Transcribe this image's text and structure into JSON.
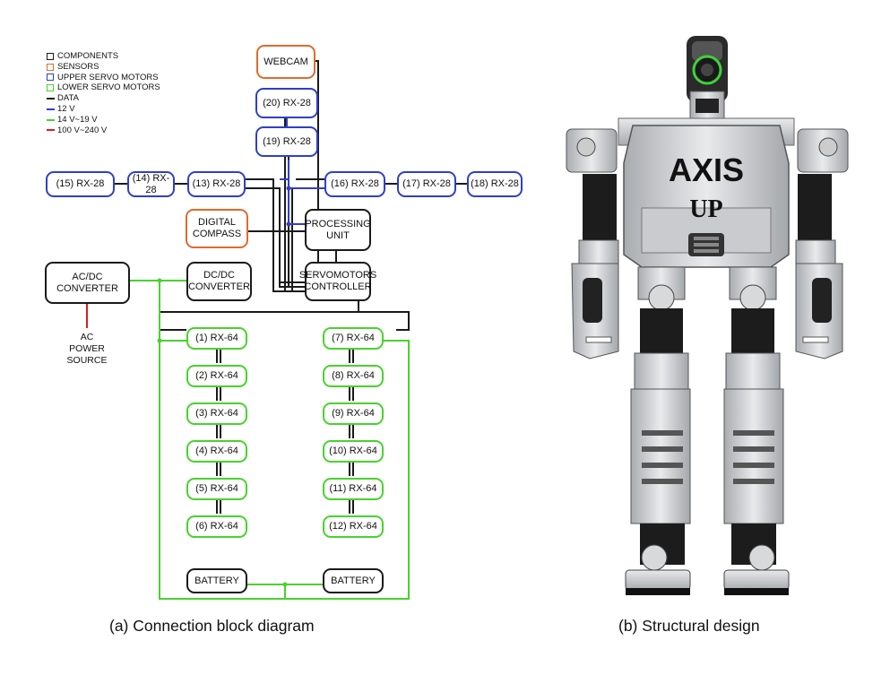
{
  "legend": [
    {
      "kind": "box",
      "color": "#1a1a1a",
      "label": "COMPONENTS"
    },
    {
      "kind": "box",
      "color": "#e06a2c",
      "label": "SENSORS"
    },
    {
      "kind": "box",
      "color": "#2f3fc8",
      "label": "UPPER SERVO MOTORS"
    },
    {
      "kind": "box",
      "color": "#49d22e",
      "label": "LOWER SERVO MOTORS"
    },
    {
      "kind": "line",
      "color": "#1a1a1a",
      "label": "DATA"
    },
    {
      "kind": "line",
      "color": "#2f3fc8",
      "label": "12 V"
    },
    {
      "kind": "line",
      "color": "#49d22e",
      "label": "14 V~19 V"
    },
    {
      "kind": "line",
      "color": "#d42020",
      "label": "100 V~240 V"
    }
  ],
  "blocks": {
    "webcam": "WEBCAM",
    "rx20": "(20) RX-28",
    "rx19": "(19) RX-28",
    "rx15": "(15) RX-28",
    "rx14": "(14) RX-28",
    "rx13": "(13) RX-28",
    "rx16": "(16) RX-28",
    "rx17": "(17) RX-28",
    "rx18": "(18) RX-28",
    "compass": "DIGITAL\nCOMPASS",
    "processing": "PROCESSING\nUNIT",
    "acdc": "AC/DC\nCONVERTER",
    "dcdc": "DC/DC\nCONVERTER",
    "servoctrl": "SERVOMOTORS\nCONTROLLER",
    "rx1": "(1) RX-64",
    "rx2": "(2) RX-64",
    "rx3": "(3) RX-64",
    "rx4": "(4) RX-64",
    "rx5": "(5) RX-64",
    "rx6": "(6) RX-64",
    "rx7": "(7) RX-64",
    "rx8": "(8) RX-64",
    "rx9": "(9) RX-64",
    "rx10": "(10) RX-64",
    "rx11": "(11) RX-64",
    "rx12": "(12) RX-64",
    "battery_left": "BATTERY",
    "battery_right": "BATTERY"
  },
  "power_source": "AC\nPOWER\nSOURCE",
  "robot_logo": {
    "line1": "AXIS",
    "line2": "UP"
  },
  "captions": {
    "left": "(a) Connection block diagram",
    "right": "(b) Structural design"
  },
  "colors": {
    "data": "#1a1a1a",
    "v12": "#2f3fc8",
    "v14": "#49d22e",
    "v100": "#d42020",
    "sensor": "#e06a2c"
  }
}
